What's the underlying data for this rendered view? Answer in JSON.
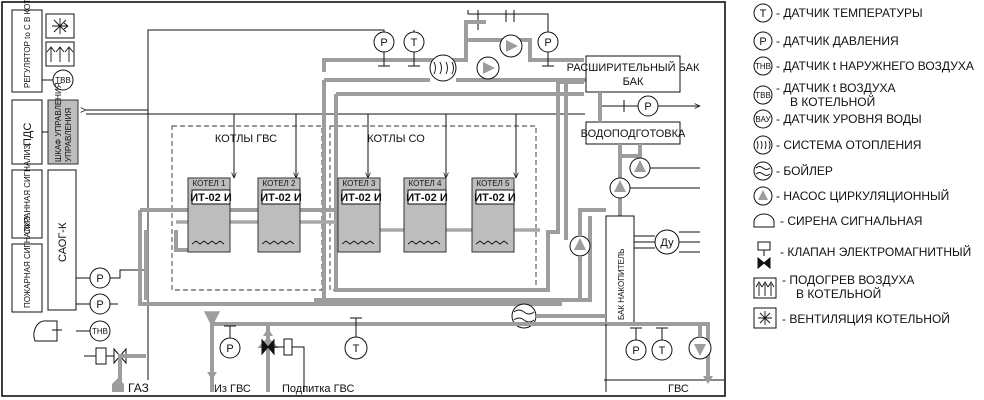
{
  "diagram": {
    "blocks": {
      "regulator": "РЕГУЛЯТОР to C В КОТЕЛЬНОЙ",
      "pds": "ПДС",
      "cabinet": "ШКАФ УПРАВЛЕНИЯ",
      "security_alarm": "ОХРАННАЯ СИГНАЛИЗ.",
      "fire_alarm": "ПОЖАРНАЯ СИГНАЛИЗ.",
      "saog": "САОГ-К",
      "expansion_tank": "РАСШИРИТЕЛЬНЫЙ БАК",
      "water_treatment": "ВОДОПОДГОТОВКА",
      "storage_tank": "БАК НАКОПИТЕЛЬ"
    },
    "groups": {
      "hot_water_boilers": "КОТЛЫ ГВС",
      "heating_boilers": "КОТЛЫ СО"
    },
    "boilers": [
      {
        "name": "КОТЕЛ 1",
        "model": "ИТ-02 И"
      },
      {
        "name": "КОТЕЛ 2",
        "model": "ИТ-02 И"
      },
      {
        "name": "КОТЕЛ 3",
        "model": "ИТ-02 И"
      },
      {
        "name": "КОТЕЛ 4",
        "model": "ИТ-02 И"
      },
      {
        "name": "КОТЕЛ 5",
        "model": "ИТ-02 И"
      }
    ],
    "symbols": {
      "t": "T",
      "p": "P",
      "tvv": "ТВВ",
      "tnv": "ТНВ",
      "vau": "ВАУ",
      "du": "Ду"
    },
    "labels": {
      "gas": "ГАЗ",
      "from_hot_water": "Из ГВС",
      "make_up": "Подпитка ГВС",
      "hot_water": "ГВС"
    }
  },
  "legend": [
    {
      "symbol": "T",
      "text": "- ДАТЧИК ТЕМПЕРАТУРЫ"
    },
    {
      "symbol": "P",
      "text": "- ДАТЧИК ДАВЛЕНИЯ"
    },
    {
      "symbol": "ТНВ",
      "text": "- ДАТЧИК t НАРУЖНЕГО ВОЗДУХА"
    },
    {
      "symbol": "ТВВ",
      "text": "- ДАТЧИК t ВОЗДУХА",
      "text2": "В КОТЕЛЬНОЙ"
    },
    {
      "symbol": "ВАУ",
      "text": "- ДАТЧИК УРОВНЯ ВОДЫ"
    },
    {
      "symbol": "heating-system-icon",
      "text": "- СИСТЕМА ОТОПЛЕНИЯ"
    },
    {
      "symbol": "boiler-icon",
      "text": "- БОЙЛЕР"
    },
    {
      "symbol": "circulation-pump-icon",
      "text": "- НАСОС ЦИРКУЛЯЦИОННЫЙ"
    },
    {
      "symbol": "siren-icon",
      "text": "- СИРЕНА СИГНАЛЬНАЯ"
    },
    {
      "symbol": "solenoid-valve-icon",
      "text": "- КЛАПАН ЭЛЕКТРОМАГНИТНЫЙ"
    },
    {
      "symbol": "air-heating-icon",
      "text": "- ПОДОГРЕВ ВОЗДУХА",
      "text2": "В КОТЕЛЬНОЙ"
    },
    {
      "symbol": "ventilation-icon",
      "text": "- ВЕНТИЛЯЦИЯ КОТЕЛЬНОЙ"
    }
  ]
}
